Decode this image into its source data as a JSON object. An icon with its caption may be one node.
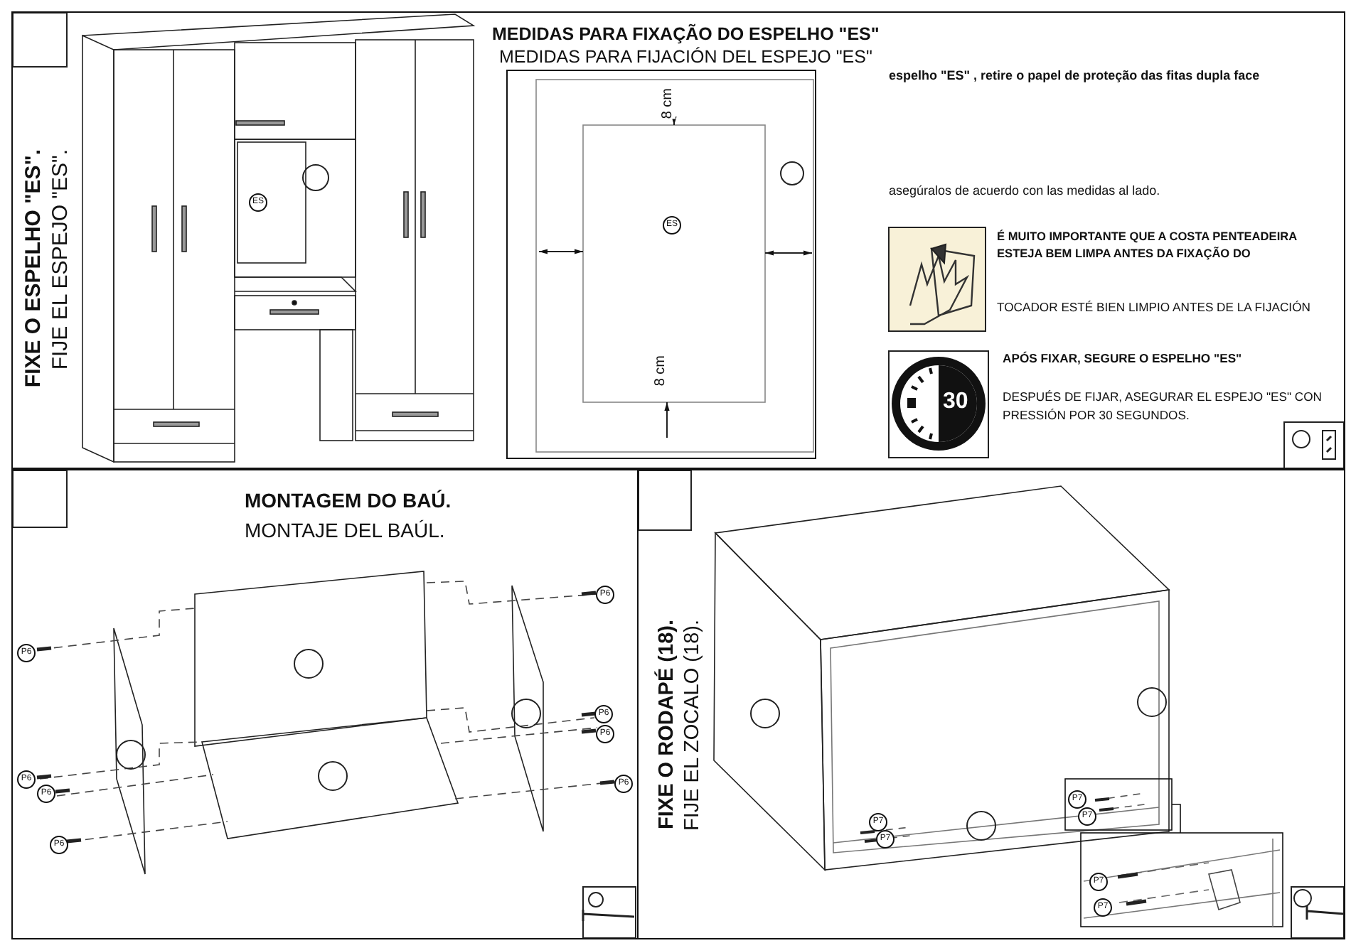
{
  "diagram": {
    "nodes": [
      {
        "text": [
          "FIXE O ESPELHO \"ES\".",
          "FIJE EL ESPEJO \"ES\"."
        ]
      },
      {
        "text": [
          "MEDIDAS PARA FIXAÇÃO DO ESPELHO \"ES\"",
          "MEDIDAS PARA FIJACIÓN DEL ESPEJO \"ES\""
        ],
        "in": 0
      },
      {
        "text": [
          "MONTAGEM DO BAÚ.",
          "MONTAJE DEL BAÚL."
        ]
      },
      {
        "text": [
          "FIXE O RODAPÉ (18).",
          "FIJE EL ZOCALO (18)."
        ]
      }
    ],
    "labels": [
      "ES",
      "8 cm",
      "ES",
      "8 cm",
      "espelho \"ES\" , retire o papel de proteção das fitas dupla face",
      "asegúralos de acuerdo con las medidas al lado.",
      "É MUITO IMPORTANTE QUE A COSTA PENTEADEIRA ESTEJA BEM LIMPA ANTES DA FIXAÇÃO DO",
      "TOCADOR ESTÉ BIEN LIMPIO ANTES DE LA FIJACIÓN",
      "APÓS FIXAR, SEGURE O ESPELHO \"ES\"",
      "DESPUÉS DE FIJAR, ASEGURAR EL ESPEJO \"ES\" CON PRESSIÓN POR 30 SEGUNDOS.",
      "30",
      "P6",
      "P6",
      "P6",
      "P6",
      "P6",
      "P6",
      "P6",
      "P6",
      "P7",
      "P7",
      "P7",
      "P7",
      "P7",
      "P7"
    ]
  }
}
